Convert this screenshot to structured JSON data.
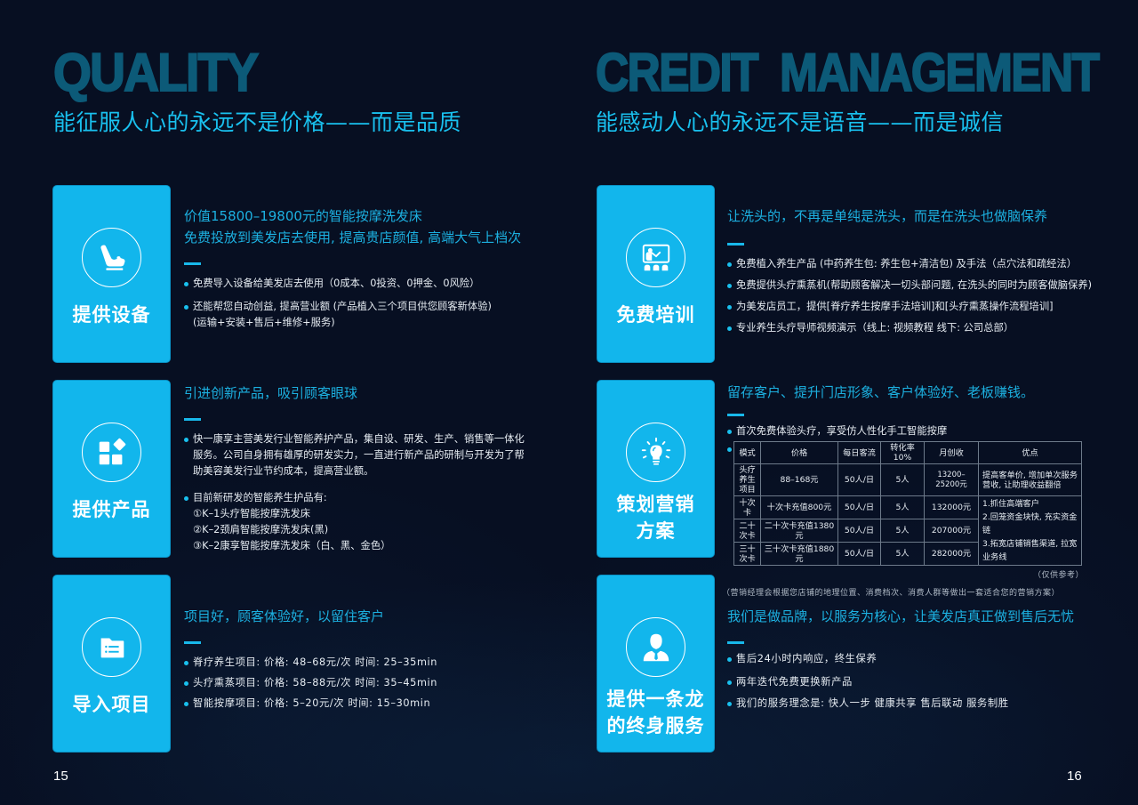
{
  "left_page": {
    "title": "QUALITY",
    "subtitle": "能征服人心的永远不是价格——而是品质",
    "page_number": "15",
    "sections": [
      {
        "card_label": "提供设备",
        "card_icon": "massage-chair-icon",
        "headline": [
          "价值15800–19800元的智能按摩洗发床",
          "免费投放到美发店去使用, 提高贵店颜值, 高端大气上档次"
        ],
        "bullets": [
          {
            "lines": [
              "免费导入设备给美发店去使用（0成本、0投资、0押金、0风险）"
            ]
          },
          {
            "lines": [
              "还能帮您自动创益, 提高营业额 (产品植入三个项目供您顾客新体验)",
              "(运输+安装+售后+维修+服务)"
            ]
          }
        ]
      },
      {
        "card_label": "提供产品",
        "card_icon": "app-blocks-icon",
        "headline": [
          "引进创新产品，吸引顾客眼球"
        ],
        "bullets": [
          {
            "lines": [
              "快一康享主营美发行业智能养护产品，集自设、研发、生产、销售等一体化",
              "服务。公司自身拥有雄厚的研发实力，一直进行新产品的研制与开发为了帮",
              "助美容美发行业节约成本，提高营业额。"
            ]
          },
          {
            "lines": [
              "目前新研发的智能养生护品有:",
              "①K–1头疗智能按摩洗发床",
              "②K–2颈肩智能按摩洗发床(黑)",
              "③K–2康享智能按摩洗发床（白、黑、金色）"
            ]
          }
        ]
      },
      {
        "card_label": "导入项目",
        "card_icon": "folder-list-icon",
        "headline": [
          "项目好，顾客体验好，以留住客户"
        ],
        "bullets": [
          {
            "lines": [
              "脊疗养生项目: 价格: 48–68元/次   时间: 25–35min"
            ]
          },
          {
            "lines": [
              "头疗熏蒸项目: 价格: 58–88元/次   时间: 35–45min"
            ]
          },
          {
            "lines": [
              "智能按摩项目: 价格: 5–20元/次      时间: 15–30min"
            ]
          }
        ]
      }
    ]
  },
  "right_page": {
    "title": "CREDIT  MANAGEMENT",
    "subtitle": "能感动人心的永远不是语音——而是诚信",
    "page_number": "16",
    "sections": [
      {
        "card_label": "免费培训",
        "card_icon": "teacher-training-icon",
        "headline": [
          "让洗头的，不再是单纯是洗头，而是在洗头也做脑保养"
        ],
        "bullets": [
          {
            "lines": [
              "免费植入养生产品 (中药养生包: 养生包+清洁包) 及手法（点穴法和疏经法）"
            ]
          },
          {
            "lines": [
              "免费提供头疗熏蒸机(帮助顾客解决一切头部问题, 在洗头的同时为顾客做脑保养)"
            ]
          },
          {
            "lines": [
              "为美发店员工，提供[脊疗养生按摩手法培训]和[头疗熏蒸操作流程培训]"
            ]
          },
          {
            "lines": [
              "专业养生头疗导师视频演示（线上: 视频教程  线下: 公司总部）"
            ]
          }
        ]
      },
      {
        "card_label": "策划营销方案",
        "card_label_lines": [
          "策划营销",
          "方案"
        ],
        "card_icon": "lightbulb-icon",
        "headline": [
          "留存客户、提升门店形象、客户体验好、老板赚钱。"
        ],
        "bullets": [
          {
            "lines": [
              "首次免费体验头疗，享受仿人性化手工智能按摩"
            ]
          }
        ],
        "table": {
          "headers": [
            "模式",
            "价格",
            "每日客流",
            "转化率10%",
            "月创收",
            "优点"
          ],
          "rows": [
            [
              "头疗养生项目",
              "88–168元",
              "50人/日",
              "5人",
              "13200–25200元",
              "提高客单价, 增加单次服务营收, 让助理收益翻倍"
            ],
            [
              "十次卡",
              "十次卡充值800元",
              "50人/日",
              "5人",
              "132000元",
              ""
            ],
            [
              "二十次卡",
              "二十次卡充值1380元",
              "50人/日",
              "5人",
              "207000元",
              ""
            ],
            [
              "三十次卡",
              "三十次卡充值1880元",
              "50人/日",
              "5人",
              "282000元",
              ""
            ]
          ],
          "advantages_merged": [
            "1.抓住高端客户",
            "2.回笼资金块快, 充实资金链",
            "3.拓宽店铺销售渠道, 拉宽业务线"
          ],
          "note_right": "（仅供参考）",
          "note_bottom": "（营销经理会根据您店铺的地理位置、消费档次、消费人群等做出一套适合您的营销方案）"
        }
      },
      {
        "card_label": "提供一条龙的终身服务",
        "card_label_lines": [
          "提供一条龙",
          "的终身服务"
        ],
        "card_icon": "businessman-icon",
        "headline": [
          "我们是做品牌，以服务为核心，让美发店真正做到售后无忧"
        ],
        "bullets": [
          {
            "lines": [
              "售后24小时内响应，终生保养"
            ]
          },
          {
            "lines": [
              "两年迭代免费更换新产品"
            ]
          },
          {
            "lines": [
              "我们的服务理念是: 快人一步 健康共享 售后联动 服务制胜"
            ]
          }
        ]
      }
    ]
  },
  "colors": {
    "background": "#070f22",
    "card": "#12b6ec",
    "accent": "#19c0ee",
    "title": "#0c5a78"
  }
}
